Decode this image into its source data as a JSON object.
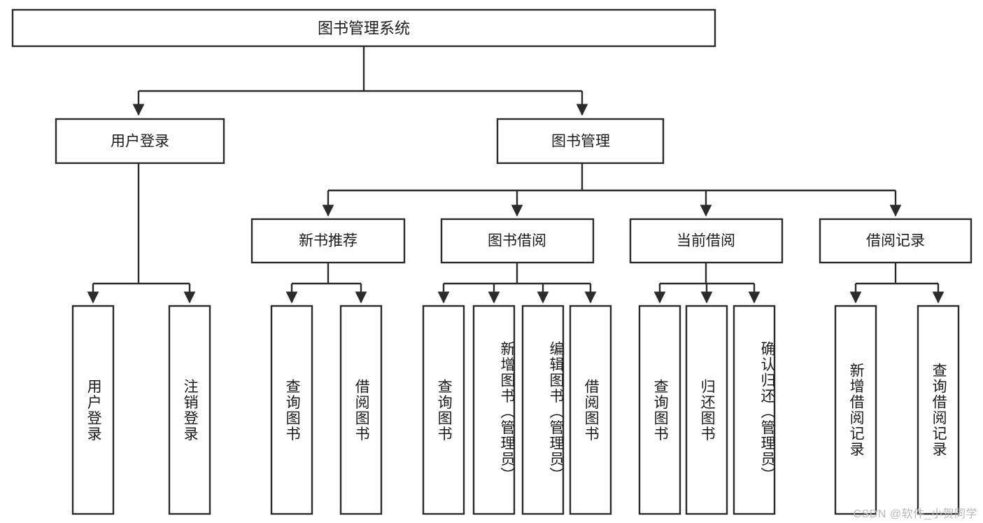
{
  "diagram": {
    "title": "图书管理系统",
    "type": "tree-hierarchy-diagram",
    "colors": {
      "stroke": "#2b2b2b",
      "fill": "#ffffff",
      "text": "#1b1b1b",
      "watermark": "#b9b9b9",
      "background": "#ffffff"
    },
    "root": {
      "label": "图书管理系统"
    },
    "level2": [
      {
        "label": "用户登录"
      },
      {
        "label": "图书管理"
      }
    ],
    "level3": [
      {
        "label": "新书推荐"
      },
      {
        "label": "图书借阅"
      },
      {
        "label": "当前借阅"
      },
      {
        "label": "借阅记录"
      }
    ],
    "leaves": {
      "user_login": [
        {
          "label": "用户登录"
        },
        {
          "label": "注销登录"
        }
      ],
      "new_book_recommend": [
        {
          "label": "查询图书"
        },
        {
          "label": "借阅图书"
        }
      ],
      "book_borrow": [
        {
          "label": "查询图书"
        },
        {
          "label": "新增图书（管理员）"
        },
        {
          "label": "编辑图书（管理员）"
        },
        {
          "label": "借阅图书"
        }
      ],
      "current_borrow": [
        {
          "label": "查询图书"
        },
        {
          "label": "归还图书"
        },
        {
          "label": "确认归还（管理员）"
        }
      ],
      "borrow_record": [
        {
          "label": "新增借阅记录"
        },
        {
          "label": "查询借阅记录"
        }
      ]
    }
  },
  "watermark": {
    "text": "CSDN @软件_小贺同学"
  }
}
